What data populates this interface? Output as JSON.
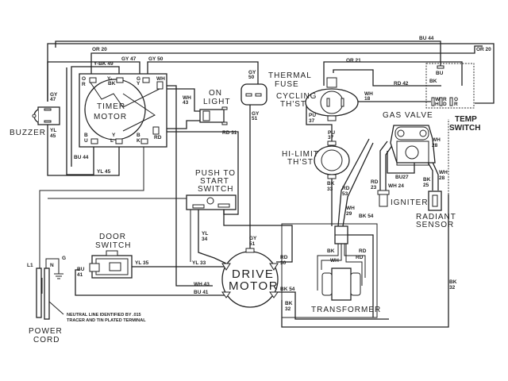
{
  "title": "Dryer Wiring Diagram",
  "components": {
    "buzzer": "BUZZER",
    "timer_motor": [
      "TIMER",
      "MOTOR"
    ],
    "on_light": [
      "ON",
      "LIGHT"
    ],
    "thermal_fuse": [
      "THERMAL",
      "FUSE"
    ],
    "cycling_thermostat": [
      "CYCLING",
      "TH'ST"
    ],
    "temp_switch": [
      "TEMP",
      "SWITCH"
    ],
    "gas_valve": "GAS VALVE",
    "hi_limit_thermostat": [
      "HI-LIMIT",
      "TH'ST"
    ],
    "push_to_start_switch": [
      "PUSH TO",
      "START",
      "SWITCH"
    ],
    "igniter": "IGNITER",
    "radiant_sensor": [
      "RADIANT",
      "SENSOR"
    ],
    "door_switch": [
      "DOOR",
      "SWITCH"
    ],
    "drive_motor": [
      "DRIVE",
      "MOTOR"
    ],
    "transformer": "TRANSFORMER",
    "power_cord": [
      "POWER",
      "CORD"
    ]
  },
  "power_cord_terminals": {
    "line": "L1",
    "neutral": "N",
    "ground": "G"
  },
  "note": [
    "NEUTRAL LINE IDENTIFIED BY .015",
    "TRACER AND TIN PLATED TERMINAL"
  ],
  "timer_terminals": {
    "or": [
      "O",
      "R"
    ],
    "ybk": [
      "Y-",
      "BK"
    ],
    "gy": [
      "G",
      "Y"
    ],
    "wh": "WH",
    "rd": "RD",
    "bu": [
      "B",
      "U"
    ],
    "yl": [
      "Y",
      "L"
    ],
    "bk": [
      "B",
      "K"
    ]
  },
  "temp_switch_terminals": {
    "bu": "BU",
    "bk": "BK",
    "wh": [
      "W",
      "H"
    ],
    "rd": [
      "R",
      "D"
    ],
    "or": [
      "O",
      "R"
    ]
  },
  "transformer_leads": {
    "bk": "BK",
    "wh": "WH",
    "rd1": "RD",
    "rd2": "RD"
  },
  "wires": {
    "or20_top": "OR 20",
    "or20_right": "OR 20",
    "bu44_top": "BU 44",
    "gy47_top": "GY 47",
    "gy50_top": "GY 50",
    "ybk49": "Y-BK 49",
    "gy47_buzzer": [
      "GY",
      "47"
    ],
    "yl45_buzzer": [
      "YL",
      "45"
    ],
    "bu44_bottom": "BU 44",
    "yl45_bottom": "YL 45",
    "wh43_timer": [
      "WH",
      "43"
    ],
    "gy50_fuse": [
      "GY",
      "50"
    ],
    "gy51_fuse": [
      "GY",
      "51"
    ],
    "rd31": "RD 31",
    "or21": "OR 21",
    "rd42": "RD 42",
    "wh18": [
      "WH",
      "18"
    ],
    "pu37_cyc": [
      "PU",
      "37"
    ],
    "pu37_hi": [
      "PU",
      "37"
    ],
    "bk33": [
      "BK",
      "33"
    ],
    "wh28_a": [
      "WH",
      "28"
    ],
    "wh28_b": [
      "WH",
      "28"
    ],
    "bu27": "BU27",
    "rd23": [
      "RD",
      "23"
    ],
    "wh24": "WH 24",
    "bk25": [
      "BK",
      "25"
    ],
    "rd53": [
      "RD",
      "53"
    ],
    "wh29": [
      "WH",
      "29"
    ],
    "bk54_top": "BK 54",
    "yl34": [
      "YL",
      "34"
    ],
    "gy51_motor": [
      "GY",
      "51"
    ],
    "rd30": [
      "RD",
      "30"
    ],
    "yl33": "YL 33",
    "wh43_motor": "WH 43",
    "bu41_motor": "BU 41",
    "bk54_motor": "BK 54",
    "bk32_motor": [
      "BK",
      "32"
    ],
    "bk32_right": [
      "BK",
      "32"
    ],
    "yl35": "YL 35",
    "bu41_door": [
      "BU",
      "41"
    ]
  }
}
